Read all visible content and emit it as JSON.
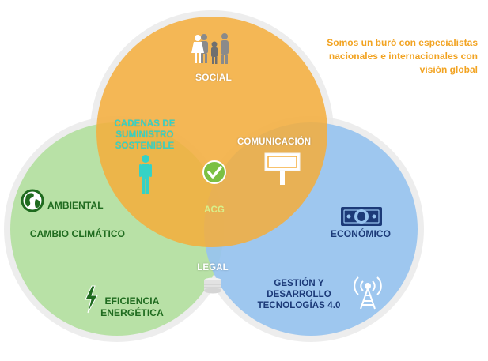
{
  "tagline": "Somos un buró con especialistas nacionales e internacionales con visión global",
  "circles": {
    "social": {
      "label": "SOCIAL",
      "color": "#f5ad3b",
      "icon": "people-group-icon"
    },
    "ambiental": {
      "label": "AMBIENTAL",
      "color": "#b3df9f",
      "items": [
        "CAMBIO CLIMÁTICO",
        "EFICIENCIA ENERGÉTICA"
      ],
      "icons": [
        "globe-icon",
        "lightning-bolt-icon"
      ]
    },
    "economico": {
      "label": "ECONÓMICO",
      "color": "#97c3ef",
      "items": [
        "GESTIÓN Y DESARROLLO TECNOLOGÍAS 4.0"
      ],
      "icons": [
        "banknote-icon",
        "antenna-tower-icon"
      ]
    }
  },
  "intersections": {
    "social_ambiental": {
      "label": "CADENAS DE SUMINISTRO SOSTENIBLE",
      "icon": "person-icon"
    },
    "social_economico": {
      "label": "COMUNICACIÓN",
      "icon": "billboard-icon"
    },
    "ambiental_economico": {
      "label": "LEGAL",
      "icon": "coin-stack-icon"
    },
    "center": {
      "label": "ACG",
      "icon": "check-badge-icon"
    }
  },
  "colors": {
    "tagline": "#f2a321",
    "circle_ring": "#e6e6e6",
    "check_badge": "#7bc043"
  }
}
